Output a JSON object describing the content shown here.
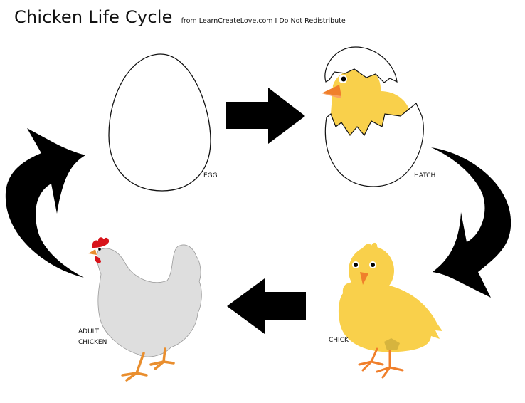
{
  "header": {
    "title": "Chicken Life Cycle",
    "credit": "from LearnCreateLove.com I Do Not Redistribute"
  },
  "stages": [
    {
      "id": "egg",
      "label": "EGG"
    },
    {
      "id": "hatch",
      "label": "HATCH"
    },
    {
      "id": "chick",
      "label": "CHICK"
    },
    {
      "id": "adult",
      "label_line1": "ADULT",
      "label_line2": "CHICKEN"
    }
  ],
  "arrows": [
    {
      "from": "egg",
      "to": "hatch",
      "type": "straight-right"
    },
    {
      "from": "hatch",
      "to": "chick",
      "type": "curved-down"
    },
    {
      "from": "chick",
      "to": "adult",
      "type": "straight-left"
    },
    {
      "from": "adult",
      "to": "egg",
      "type": "curved-up"
    }
  ],
  "colors": {
    "chick_yellow": "#F9D04B",
    "beak_orange": "#F07F2B",
    "hen_grey": "#DEDEDE",
    "hen_comb_red": "#D8141B",
    "leg_orange": "#E98E2E",
    "arrow_black": "#000000"
  }
}
